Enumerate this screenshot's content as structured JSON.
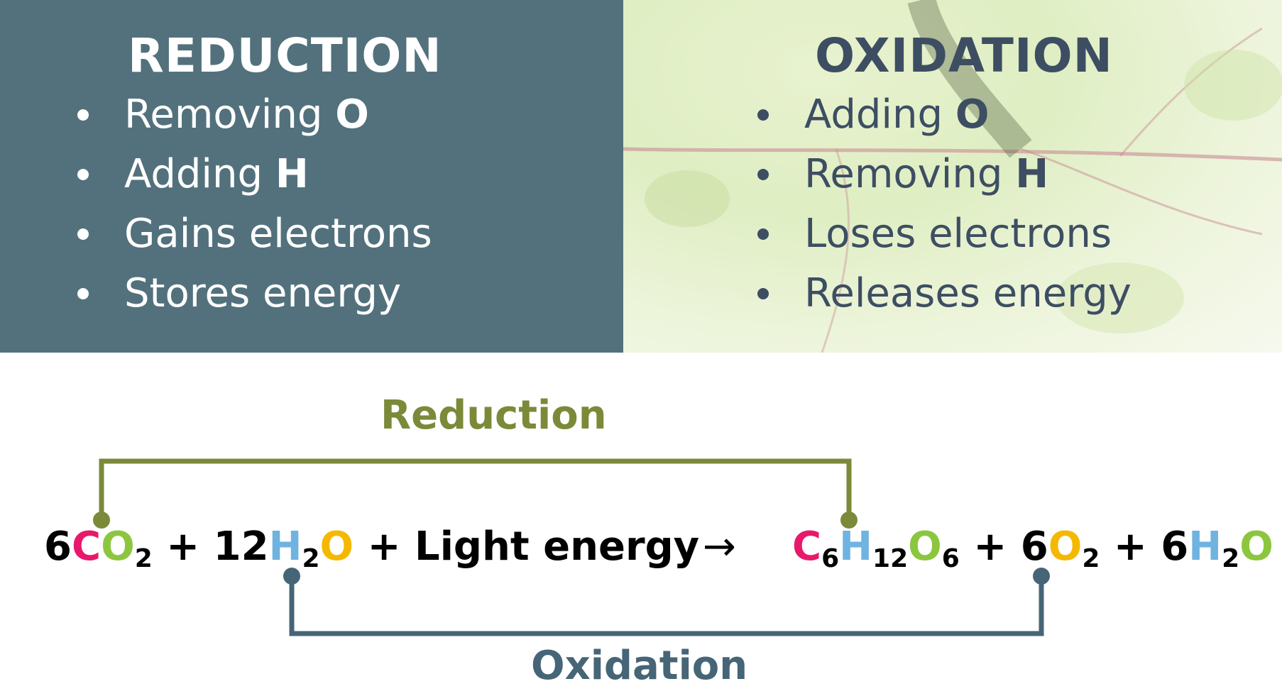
{
  "reduction_panel": {
    "title": "REDUCTION",
    "items": [
      {
        "text": "Removing ",
        "bold": "O"
      },
      {
        "text": "Adding ",
        "bold": "H"
      },
      {
        "text": "Gains electrons",
        "bold": ""
      },
      {
        "text": "Stores energy",
        "bold": ""
      }
    ],
    "background": "#52717c"
  },
  "oxidation_panel": {
    "title": "OXIDATION",
    "items": [
      {
        "text": "Adding ",
        "bold": "O"
      },
      {
        "text": "Removing ",
        "bold": "H"
      },
      {
        "text": "Loses electrons",
        "bold": ""
      },
      {
        "text": "Releases energy",
        "bold": ""
      }
    ]
  },
  "diagram": {
    "reduction_label": "Reduction",
    "oxidation_label": "Oxidation",
    "reduction_color": "#7a8a38",
    "oxidation_color": "#466577",
    "element_colors": {
      "C": "#e8196b",
      "O_left": "#8cc63f",
      "O_yellow": "#f5b800",
      "H": "#6fb3e0"
    }
  },
  "equation": {
    "co2_coef": "6",
    "co2_c": "C",
    "co2_o": "O",
    "co2_sub": "2",
    "plus1": " + 12",
    "h2o_h": "H",
    "h2o_sub": "2",
    "h2o_o": "O",
    "plus2": " + Light energy",
    "arrow": "→",
    "glu_c": "C",
    "glu_c_sub": "6",
    "glu_h": "H",
    "glu_h_sub": "12",
    "glu_o": "O",
    "glu_o_sub": "6",
    "plus3": " + 6",
    "o2_o": "O",
    "o2_sub": "2",
    "plus4": " + 6",
    "w_h": "H",
    "w_sub": "2",
    "w_o": "O"
  }
}
